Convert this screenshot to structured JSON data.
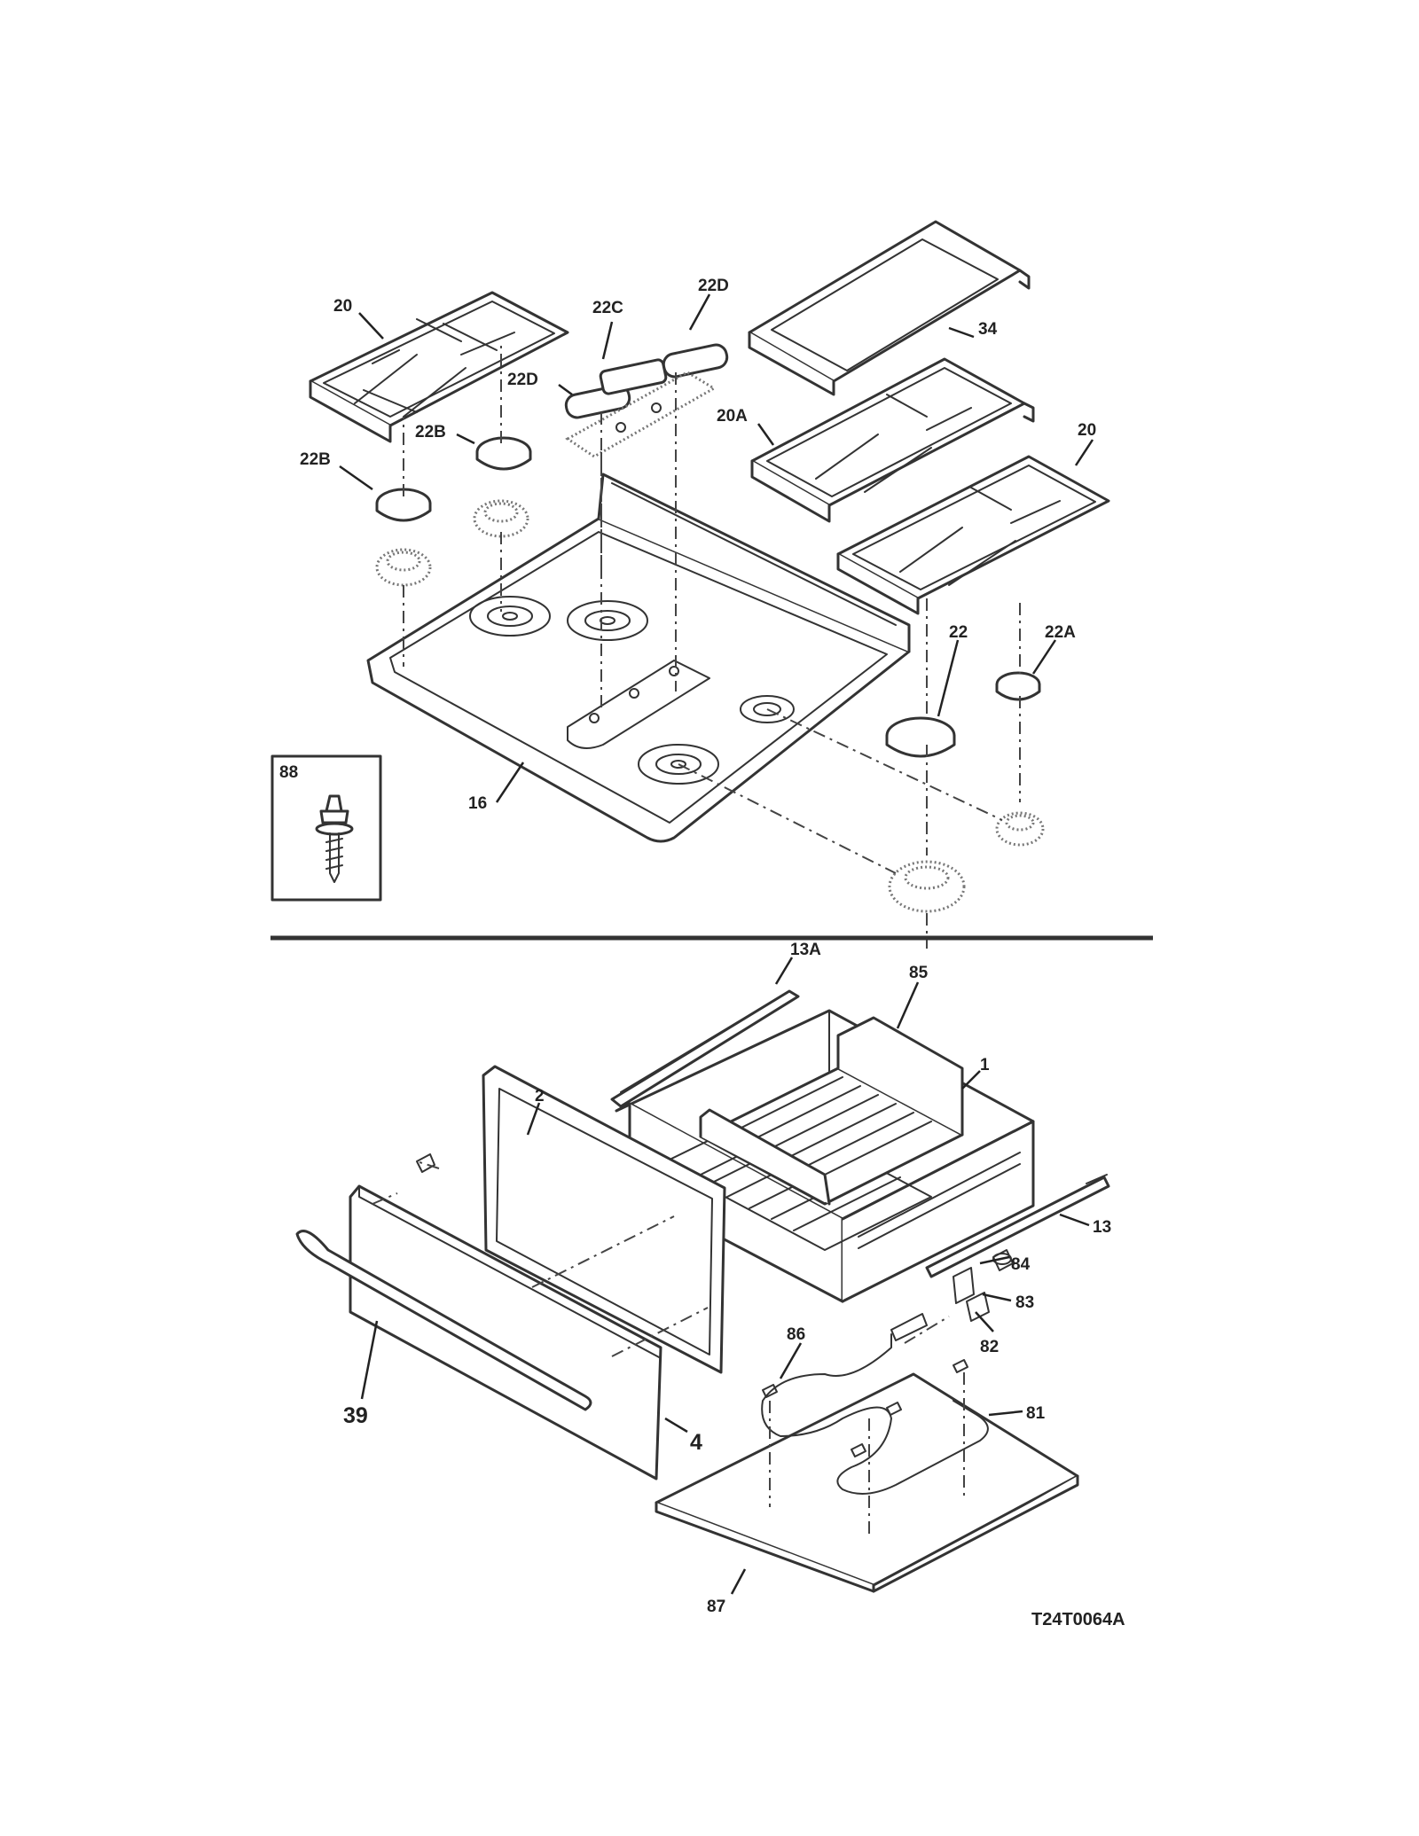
{
  "labels": {
    "l20_left": "20",
    "l22c": "22C",
    "l22d_top": "22D",
    "l22d_mid": "22D",
    "l34": "34",
    "l22b_mid": "22B",
    "l22b_left": "22B",
    "l20a": "20A",
    "l20_right": "20",
    "l22": "22",
    "l22a": "22A",
    "l88": "88",
    "l16": "16",
    "l13a": "13A",
    "l85": "85",
    "l1": "1",
    "l2": "2",
    "l13": "13",
    "l84": "84",
    "l83": "83",
    "l82": "82",
    "l86": "86",
    "l81": "81",
    "l39": "39",
    "l4": "4",
    "l87": "87"
  },
  "diagram_code": "T24T0064A"
}
